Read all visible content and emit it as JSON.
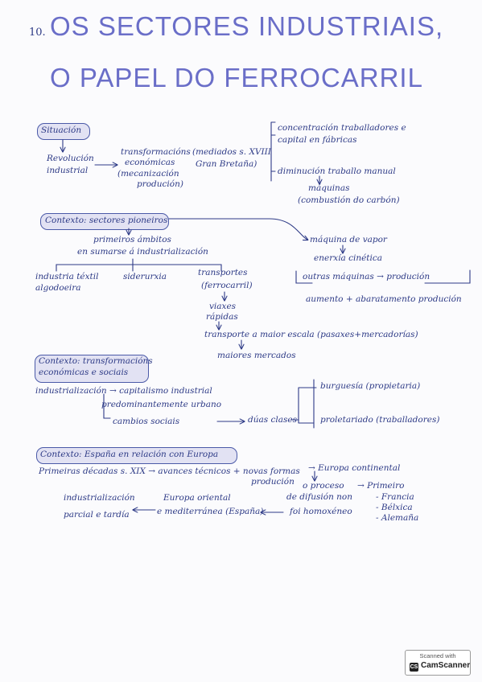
{
  "title": {
    "number": "10.",
    "line1": "OS SECTORES INDUSTRIAIS,",
    "line2": "O PAPEL DO FERROCARRIL"
  },
  "situacion": {
    "heading": "Situación",
    "revolucion": [
      "Revolución",
      "industrial"
    ],
    "transformacions": [
      "transformacións",
      "económicas",
      "(mecanización",
      "produción)"
    ],
    "medidos": [
      "(mediados s. XVIII",
      "Gran Bretaña)"
    ],
    "concentracion": [
      "concentración traballadores e",
      "capital en fábricas"
    ],
    "diminucion": [
      "diminución traballo manual"
    ],
    "maquinas": [
      "máquinas",
      "(combustión do carbón)"
    ]
  },
  "sectores": {
    "heading": "Contexto: sectores pioneiros",
    "primeiros": [
      "primeiros ámbitos",
      "en sumarse á industrialización"
    ],
    "textil": [
      "industria téxtil",
      "algodoeira"
    ],
    "siderurxia": "siderurxia",
    "transportes": [
      "transportes",
      "(ferrocarril)"
    ],
    "viaxes": [
      "viaxes",
      "rápidas"
    ],
    "transporte_escala": "transporte a maior escala (pasaxes+mercadorías)",
    "mercados": "maiores mercados",
    "maquina_vapor": "máquina de vapor",
    "enerxia": "enerxía cinética",
    "outras": "outras máquinas → produción",
    "aumento": "aumento + abaratamento produción"
  },
  "transformacions": {
    "heading": [
      "Contexto: transformacións",
      "económicas e sociais"
    ],
    "industrializacion": "industrialización → capitalismo industrial",
    "urbano": "predominantemente urbano",
    "cambios": "cambios sociais",
    "clases": "dúas clases",
    "burguesia": "burguesía (propietaria)",
    "proletariado": "proletariado (traballadores)"
  },
  "espana": {
    "heading": "Contexto: España en relación con Europa",
    "primeiras": "Primeiras décadas s. XIX → avances técnicos + novas formas",
    "producion": "produción",
    "europa_continental": "→ Europa continental",
    "proceso": "o proceso",
    "difusion": "de difusión non",
    "homoxeneo": "foi homoxéneo",
    "primeiro": "→ Primeiro",
    "paises": [
      "- Francia",
      "- Bélxica",
      "- Alemaña"
    ],
    "industrializacion": [
      "industrialización",
      "parcial e tardía"
    ],
    "europa_oriental": [
      "Europa oriental",
      "e mediterránea (España)"
    ]
  },
  "scanner": {
    "scanned_with": "Scanned with",
    "logo": "CS",
    "brand": "CamScanner"
  }
}
